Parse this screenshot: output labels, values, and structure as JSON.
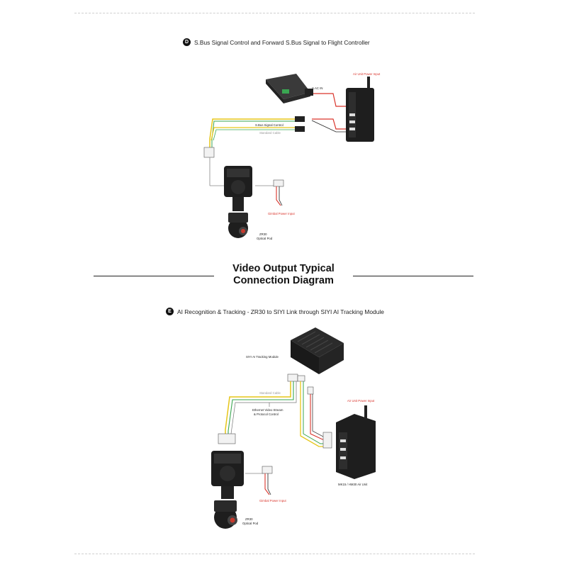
{
  "section_d": {
    "badge": "D",
    "title": "S.Bus Signal Control and Forward S.Bus Signal to Flight Controller",
    "labels": {
      "air_unit_power": "Air Unit Power Input",
      "sbus_in": "S.AC IN",
      "sbus_signal": "S.Bus Signal Control",
      "standard_cable": "Standard Cable",
      "gimbal_power": "Gimbal Power Input",
      "pod_name": "ZR30",
      "pod_desc": "Optical Pod"
    }
  },
  "divider": {
    "title_line1": "Video Output Typical",
    "title_line2": "Connection Diagram"
  },
  "section_e": {
    "badge": "E",
    "title": "AI Recognition & Tracking - ZR30 to SIYI Link through SIYI AI Tracking Module",
    "labels": {
      "tracking_module": "SIYI AI Tracking Module",
      "standard_cable": "Standard Cable",
      "ethernet_line1": "Ethernet Video Stream",
      "ethernet_line2": "& Protocol Control",
      "air_unit_power": "Air Unit Power Input",
      "air_unit_name": "MK15 / HM30 Air Unit",
      "gimbal_power": "Gimbal Power Input",
      "pod_name": "ZR30",
      "pod_desc": "Optical Pod"
    }
  },
  "colors": {
    "accent_red": "#d9342b",
    "wire_yellow": "#e6c619",
    "wire_green": "#3aa652",
    "device_dark": "#1e1e1e"
  }
}
